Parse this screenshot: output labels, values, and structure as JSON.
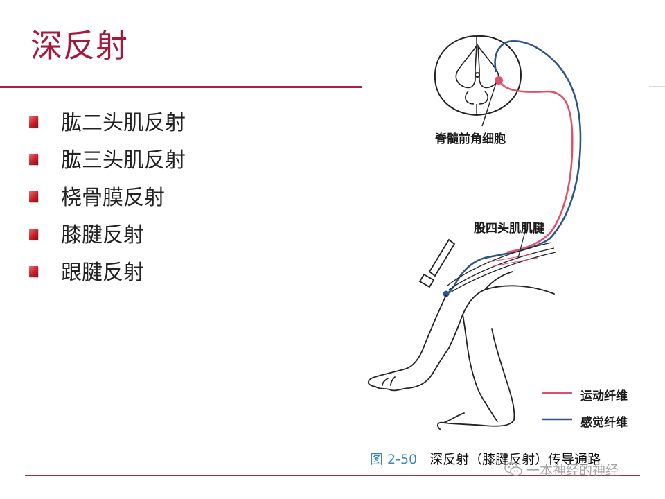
{
  "slide": {
    "title": "深反射",
    "bullets": [
      "肱二头肌反射",
      "肱三头肌反射",
      "桡骨膜反射",
      "膝腱反射",
      "跟腱反射"
    ]
  },
  "figure": {
    "labels": {
      "spinal_cell": "脊髓前角细胞",
      "tendon": "股四头肌肌腱"
    },
    "legend": {
      "motor": "运动纤维",
      "sensory": "感觉纤维"
    },
    "caption_number": "图 2-50",
    "caption_text": "深反射（膝腱反射）传导通路"
  },
  "watermark": "一本神经的神经",
  "colors": {
    "title": "#a6193b",
    "motor_fiber": "#e0506a",
    "sensory_fiber": "#2c5687",
    "caption_number": "#3a84c2"
  }
}
